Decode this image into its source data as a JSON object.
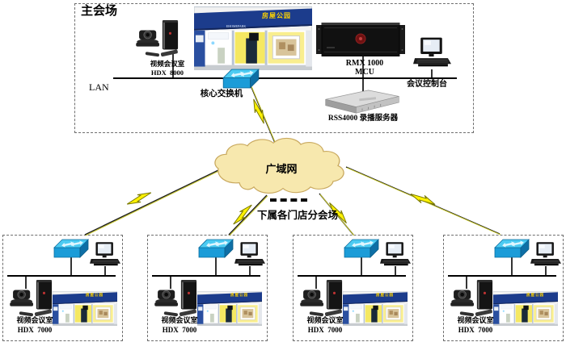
{
  "main_venue": {
    "title": "主会场",
    "lan_label": "LAN",
    "room_label": "视频会议室",
    "codec_model": "HDX  8000",
    "switch_label": "核心交换机",
    "mcu_line1": "RMX 1000",
    "mcu_line2": "MCU",
    "console_label": "会议控制台",
    "recorder_label": "RSS4000 录播服务器",
    "storefront_sign": "房屋公园",
    "storefront_subsign": "EHOMEPARK"
  },
  "wan": {
    "label": "广域网"
  },
  "branch_section": {
    "label": "下属各门店分会场"
  },
  "branches": [
    {
      "room_label": "视频会议室",
      "codec_model": "HDX  7000",
      "storefront_sign": "房屋公园"
    },
    {
      "room_label": "视频会议室",
      "codec_model": "HDX  7000",
      "storefront_sign": "房屋公园"
    },
    {
      "room_label": "视频会议室",
      "codec_model": "HDX  7000",
      "storefront_sign": "房屋公园"
    },
    {
      "room_label": "视频会议室",
      "codec_model": "HDX  7000",
      "storefront_sign": "房屋公园"
    }
  ],
  "colors": {
    "cloud_fill": "#F7E8AE",
    "cloud_stroke": "#C9A95F",
    "lightning_fill": "#FFF200",
    "switch_top": "#4CCBF2",
    "switch_front": "#1B9CD8",
    "store_blue": "#1C3C8C",
    "line_black": "#1c1c1c",
    "line_olive": "#c6c628",
    "sign_yellow": "#FFD400"
  }
}
